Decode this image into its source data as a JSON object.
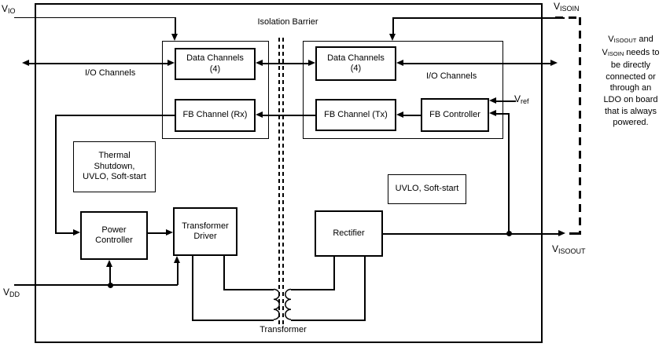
{
  "pins": {
    "vio": {
      "base": "V",
      "sub": "IO"
    },
    "visoin": {
      "base": "V",
      "sub": "ISOIN"
    },
    "visoout": {
      "base": "V",
      "sub": "ISOOUT"
    },
    "vdd": {
      "base": "V",
      "sub": "DD"
    },
    "vref": {
      "base": "V",
      "sub": "ref"
    }
  },
  "labels": {
    "isolation_barrier": "Isolation Barrier",
    "transformer": "Transformer",
    "io_channels_left": "I/O Channels",
    "io_channels_right": "I/O Channels"
  },
  "blocks": {
    "data_channels_left": {
      "line1": "Data Channels",
      "line2": "(4)"
    },
    "data_channels_right": {
      "line1": "Data Channels",
      "line2": "(4)"
    },
    "fb_channel_rx": "FB Channel (Rx)",
    "fb_channel_tx": "FB Channel (Tx)",
    "fb_controller": "FB Controller",
    "thermal_shutdown": {
      "line1": "Thermal",
      "line2": "Shutdown,",
      "line3": "UVLO, Soft-start"
    },
    "uvlo_soft_start": "UVLO, Soft-start",
    "power_controller": {
      "line1": "Power",
      "line2": "Controller"
    },
    "transformer_driver": {
      "line1": "Transformer",
      "line2": "Driver"
    },
    "rectifier": "Rectifier"
  },
  "note": {
    "line1_base": "V",
    "line1_sub": "ISOOUT",
    "line1_rest": " and",
    "line2_base": "V",
    "line2_sub": "ISOIN",
    "line2_rest": " needs to",
    "line3": "be directly",
    "line4": "connected or",
    "line5": "through an",
    "line6": "LDO on board",
    "line7": "that is always",
    "line8": "powered."
  }
}
